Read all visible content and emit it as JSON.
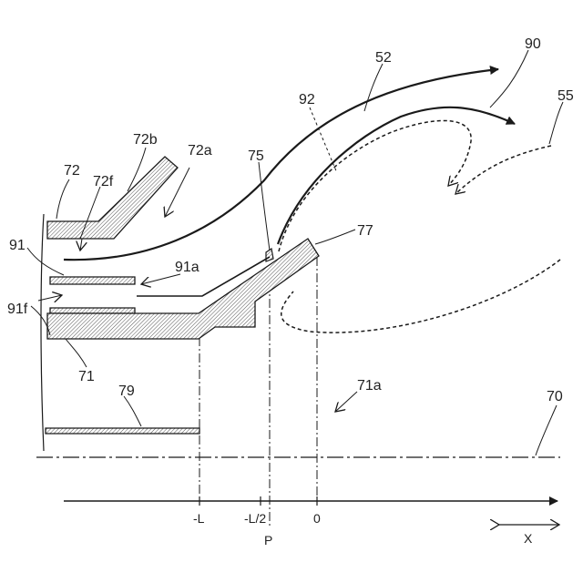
{
  "figure": {
    "labels": {
      "l52": "52",
      "l90": "90",
      "l92": "92",
      "l55": "55",
      "l72b": "72b",
      "l72a": "72a",
      "l72": "72",
      "l72f": "72f",
      "l75": "75",
      "l77": "77",
      "l91": "91",
      "l91a": "91a",
      "l91f": "91f",
      "l71": "71",
      "l79": "79",
      "l71a": "71a",
      "l70": "70"
    },
    "axis": {
      "minus_L": "-L",
      "minus_L_half": "-L/2",
      "zero": "0",
      "P": "P",
      "X": "X"
    },
    "colors": {
      "line": "#1a1a1a",
      "hatch": "#555555",
      "fill": "#ffffff"
    }
  }
}
